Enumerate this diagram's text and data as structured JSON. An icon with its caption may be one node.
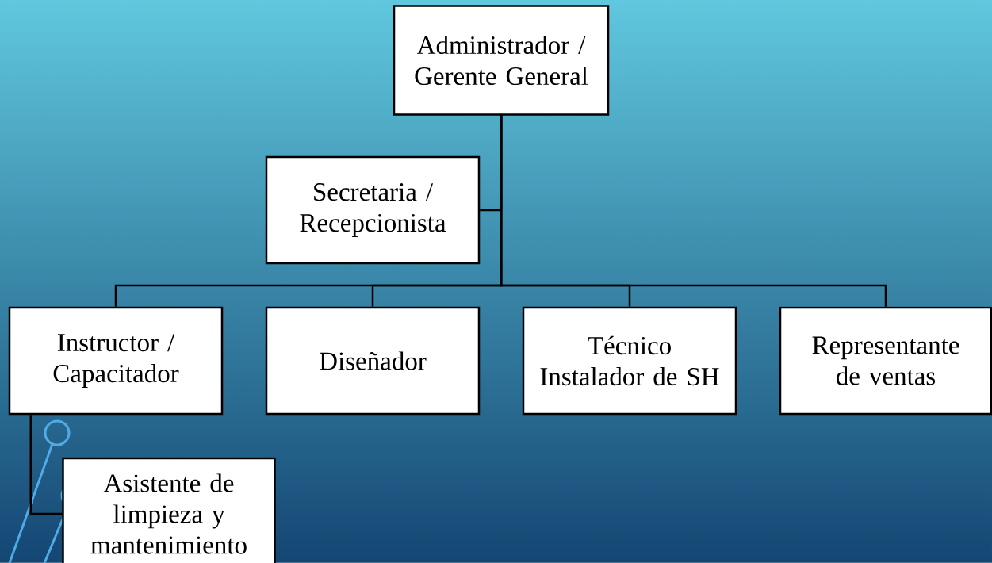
{
  "diagram": {
    "nodes": [
      {
        "text": [
          "Administrador / Gerente General"
        ]
      },
      {
        "text": [
          "Secretaria / Recepcionista"
        ]
      },
      {
        "text": [
          "Instructor / Capacitador"
        ]
      },
      {
        "text": [
          "Diseñador"
        ]
      },
      {
        "text": [
          "Técnico Instalador de SH"
        ]
      },
      {
        "text": [
          "Representante de ventas"
        ]
      },
      {
        "text": [
          "Asistente de limpieza y mantenimiento"
        ]
      }
    ],
    "edges": [
      {
        "from": 0,
        "to": 1,
        "arrow": "none"
      },
      {
        "from": 0,
        "to": 2,
        "arrow": "none"
      },
      {
        "from": 0,
        "to": 3,
        "arrow": "none"
      },
      {
        "from": 0,
        "to": 4,
        "arrow": "none"
      },
      {
        "from": 0,
        "to": 5,
        "arrow": "none"
      },
      {
        "from": 2,
        "to": 6,
        "arrow": "none"
      }
    ]
  }
}
